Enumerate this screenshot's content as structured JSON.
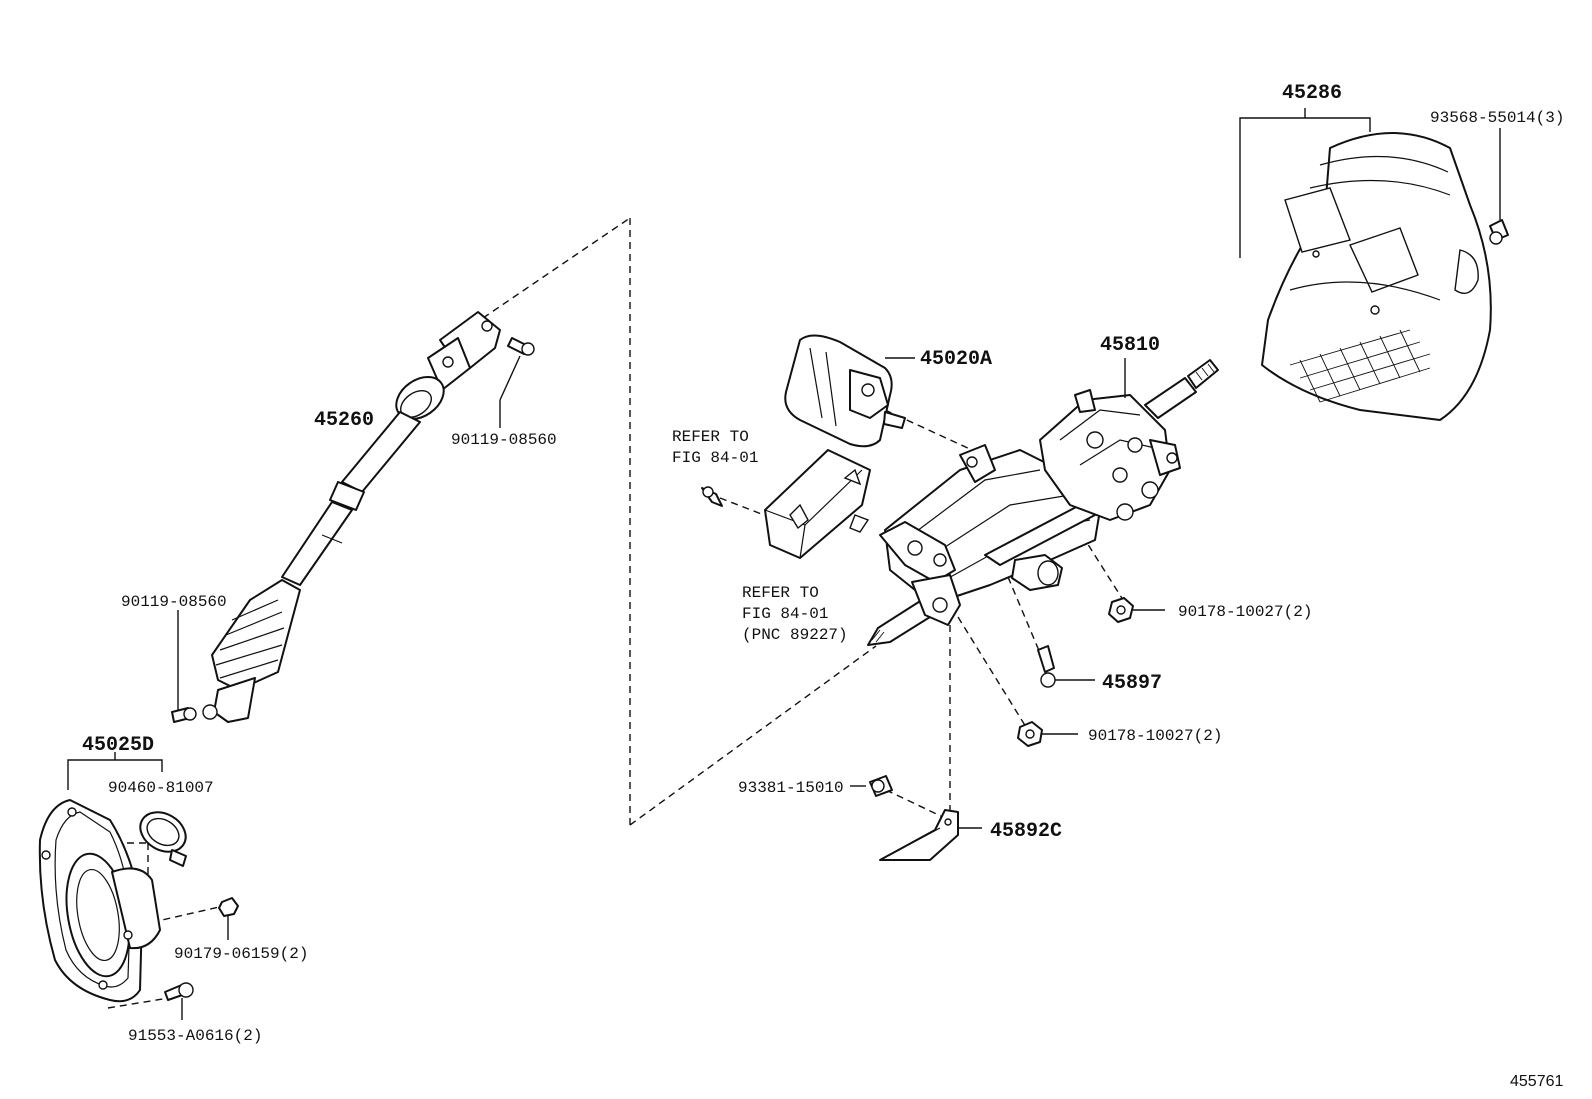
{
  "labels": {
    "upper_cover": "45286",
    "cover_screw": "93568-55014(3)",
    "module": "45020A",
    "column": "45810",
    "shaft": "45260",
    "shaft_bolt_top": "90119-08560",
    "shaft_bolt_bottom": "90119-08560",
    "refer1_l1": "REFER TO",
    "refer1_l2": "FIG 84-01",
    "refer2_l1": "REFER TO",
    "refer2_l2": "FIG 84-01",
    "refer2_l3": "(PNC 89227)",
    "nut_upper": "90178-10027(2)",
    "bolt_45897": "45897",
    "nut_lower": "90178-10027(2)",
    "screw_93381": "93381-15010",
    "bracket": "45892C",
    "boot": "45025D",
    "clamp": "90460-81007",
    "nut_boot": "90179-06159(2)",
    "bolt_boot": "91553-A0616(2)",
    "diagram_id": "455761"
  }
}
